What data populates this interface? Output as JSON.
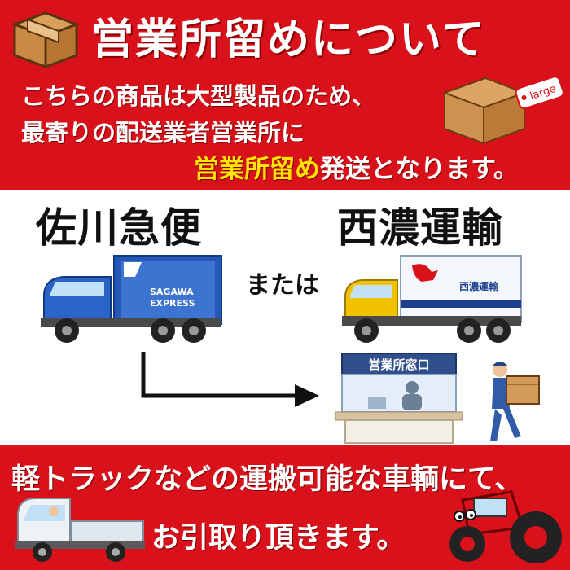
{
  "header": {
    "title": "営業所留めについて",
    "line1": "こちらの商品は大型製品のため、",
    "line2": "最寄りの配送業者営業所に",
    "line3_highlight": "営業所留め",
    "line3_rest": "発送となります。",
    "tag_text": "large"
  },
  "carriers": {
    "left_name": "佐川急便",
    "or_text": "または",
    "right_name": "西濃運輸",
    "sagawa_truck_text_1": "SAGAWA",
    "sagawa_truck_text_2": "EXPRESS",
    "seino_truck_text": "西濃運輸"
  },
  "office": {
    "sign": "営業所窓口"
  },
  "footer": {
    "line1": "軽トラックなどの運搬可能な車輌にて、",
    "line2": "お引取り頂きます。"
  },
  "colors": {
    "brand_red": "#d9111a",
    "highlight_yellow": "#ffe600",
    "sagawa_blue": "#1f57b5",
    "seino_yellow": "#f2c200"
  }
}
